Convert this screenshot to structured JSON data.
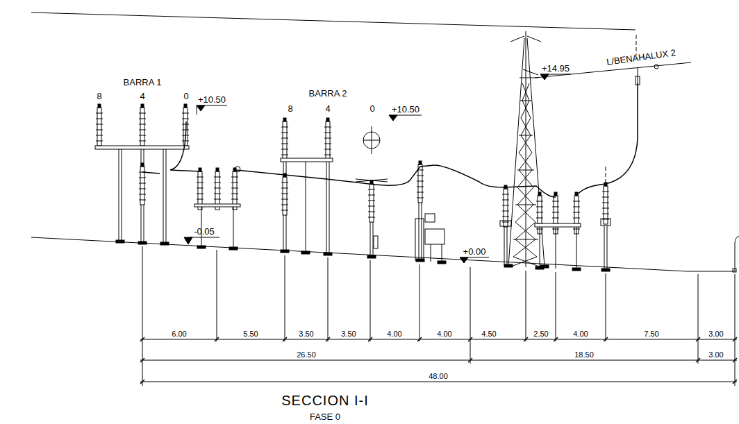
{
  "diagram": {
    "title": "SECCION I-I",
    "labels": [
      "BARRA 1",
      "8",
      "4",
      "0",
      "+10.50",
      "BARRA 2",
      "8",
      "4",
      "0",
      "+10.50",
      "+14.95",
      "L/BENAHALUX 2",
      "-0.05",
      "+0.00",
      "6.00",
      "5.50",
      "3.50",
      "3.50",
      "4.00",
      "4.00",
      "4.50",
      "2.50",
      "4.00",
      "7.50",
      "3.00",
      "26.50",
      "18.50",
      "3.00",
      "48.00",
      "FASE 0"
    ]
  }
}
